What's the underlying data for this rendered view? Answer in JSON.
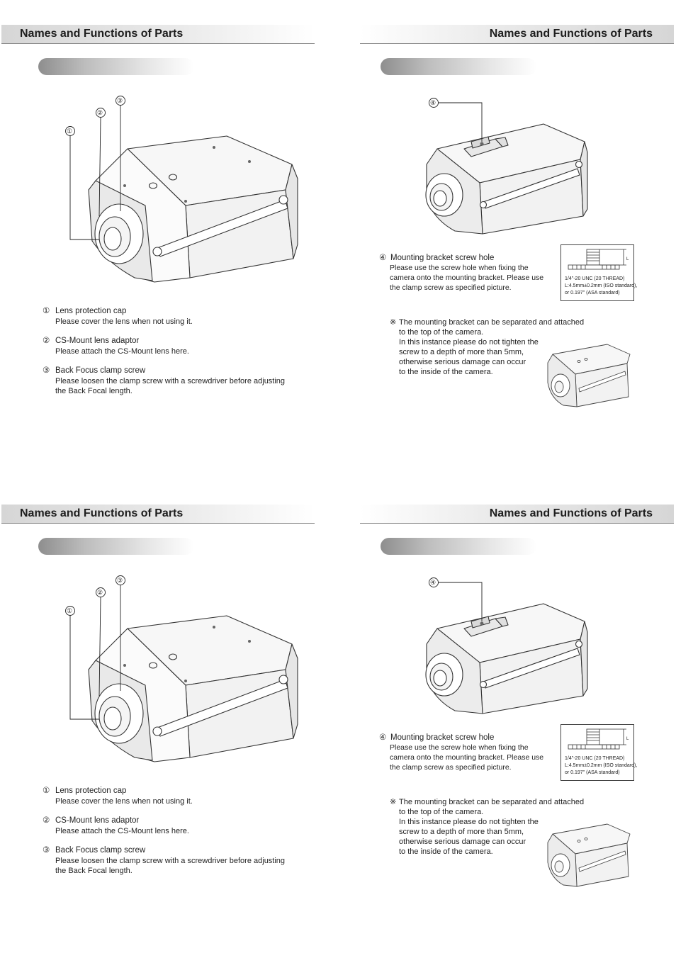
{
  "header_title": "Names and Functions of Parts",
  "markers": {
    "m1": "①",
    "m2": "②",
    "m3": "③",
    "m4": "④"
  },
  "left": {
    "items": [
      {
        "num": "①",
        "title": "Lens protection cap",
        "desc": "Please cover the lens when not using it."
      },
      {
        "num": "②",
        "title": "CS-Mount lens adaptor",
        "desc": "Please attach the CS-Mount lens here."
      },
      {
        "num": "③",
        "title": "Back Focus clamp screw",
        "desc1": "Please loosen the clamp screw with a screwdriver before adjusting",
        "desc2": "the Back Focal length."
      }
    ]
  },
  "right": {
    "item": {
      "num": "④",
      "title": "Mounting bracket screw hole",
      "desc1": "Please use the screw hole when fixing the",
      "desc2": "camera onto the mounting bracket. Please use",
      "desc3": "the clamp screw as specified picture."
    },
    "spec": {
      "l": "L",
      "line1": "1/4\"-20 UNC (20 THREAD)",
      "line2": "L:4.5mm±0.2mm (ISO standard),",
      "line3": "or 0.197\" (ASA standard)"
    },
    "note": {
      "mark": "※",
      "line1": "The mounting bracket can be separated and attached",
      "line2": "to the top of the camera.",
      "line3": "In this instance please do not tighten the",
      "line4": "screw to a depth of more than 5mm,",
      "line5": "otherwise serious damage can occur",
      "line6": "to the inside of the camera."
    }
  }
}
